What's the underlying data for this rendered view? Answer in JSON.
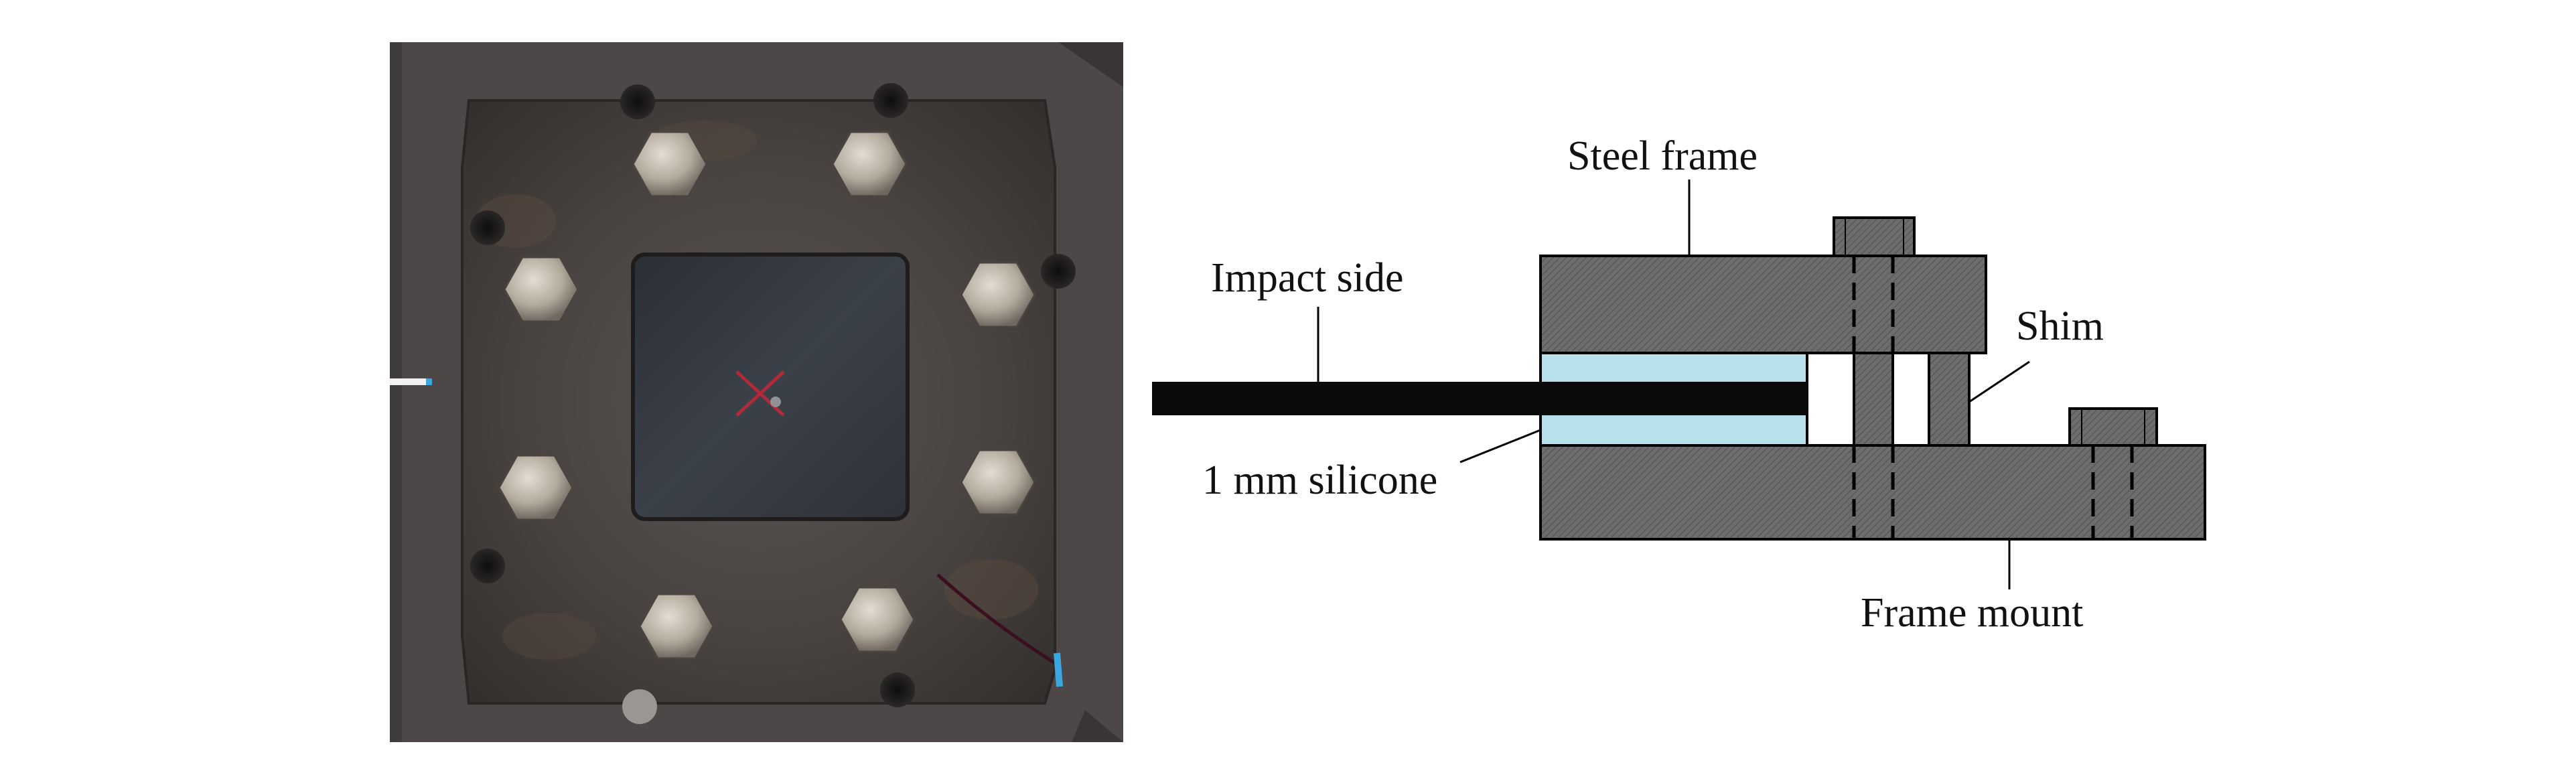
{
  "labels": {
    "steel_frame": "Steel frame",
    "impact_side": "Impact side",
    "shim": "Shim",
    "silicone": "1 mm silicone",
    "frame_mount": "Frame mount"
  },
  "colors": {
    "steel_hatch": "#6e6e6e",
    "silicone": "#b8e0ea",
    "plate": "#0a0a0a",
    "photo_steel": "#4a4644",
    "photo_window": "#34393f"
  },
  "photo": {
    "description_icon": "clamped-plate-photo",
    "bolt_count": 8
  }
}
